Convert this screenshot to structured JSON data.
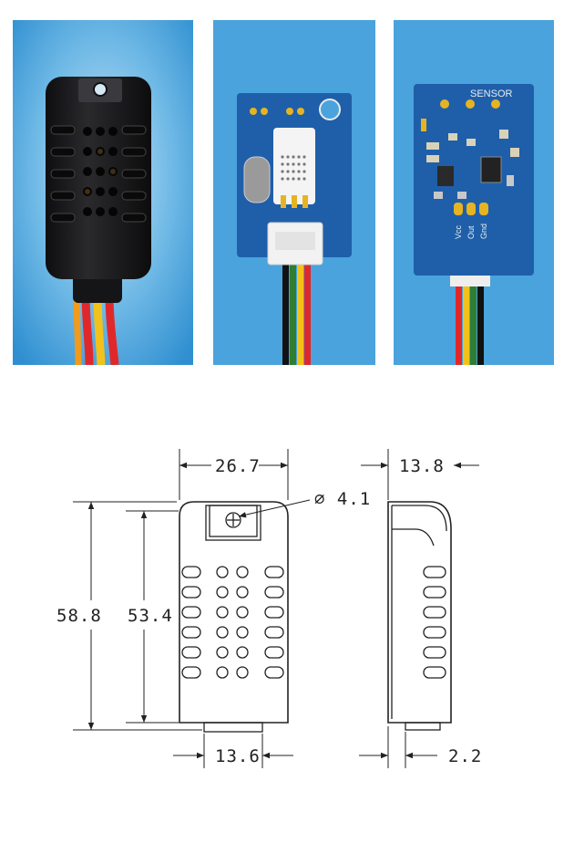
{
  "photos": [
    {
      "name": "housing-photo"
    },
    {
      "name": "pcb-front-photo"
    },
    {
      "name": "pcb-back-photo",
      "silkscreen": {
        "title": "SENSOR",
        "pins": [
          "Vcc",
          "Out",
          "Gnd"
        ]
      }
    }
  ],
  "colors": {
    "panel_background": "#4aa3dc",
    "pcb_blue": "#1f5fa9",
    "housing_black": "#1d1d1f",
    "wire_red": "#e0282a",
    "wire_yellow": "#f2c21b",
    "wire_black": "#111111",
    "line_color": "#222222"
  },
  "dimensions": {
    "width": "26.7",
    "depth": "13.8",
    "hole": "∅ 4.1",
    "total_height": "58.8",
    "body_height": "53.4",
    "bottom_width": "13.6",
    "bottom_depth": "2.2"
  }
}
